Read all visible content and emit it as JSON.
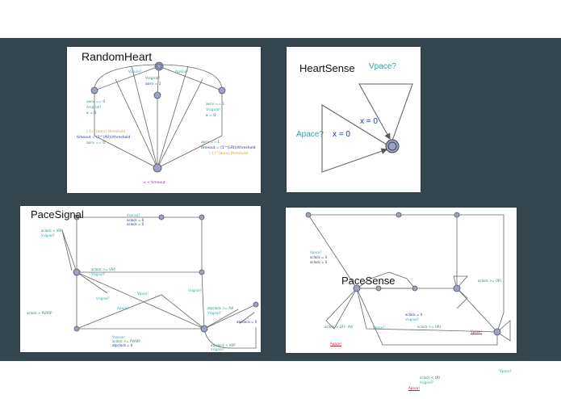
{
  "colors": {
    "background": "#36464f",
    "panel": "#ffffff",
    "node_fill": "#9aa3c7",
    "edge": "#666666",
    "guard": "#2e8b57",
    "sync": "#3aa0a8",
    "update": "#1f3a8a",
    "invariant": "#8b2fa0",
    "error": "#cc2222"
  },
  "panels": {
    "random_heart": {
      "title": "RandomHeart",
      "labels": {
        "l1": "Vpace?",
        "l2": "Apace?",
        "l3": "Vsignal!",
        "l4": "aorv == 0",
        "l5": "Asignal!",
        "l6": "x = 0",
        "l7": "aorv == 1",
        "l8": "Vsignal!",
        "l9": "x = 0",
        "l10": "(-1)^(aorv) threshold",
        "l11": "timeout = (1^(AV))/threshold",
        "l12": "aorv == 0",
        "l13": "aorv == 1",
        "l14": "timeout = (1^(LRI))/threshold",
        "l15": "(-1)^(aorv) threshold",
        "l16": "x < timeout",
        "l17": "aorv = 1"
      }
    },
    "heart_sense": {
      "title": "HeartSense",
      "vpace": "Vpace?",
      "apace": "Apace?",
      "x0a": "x = 0",
      "x0b": "x = 0"
    },
    "pace_signal": {
      "title": "PaceSignal",
      "labels": {
        "a": "Vsense?",
        "b": "aclock = 0",
        "c": "aclock = 0",
        "d": "aclock < VRP",
        "e": "Vsignal?",
        "f": "aclock >= VRP",
        "g": "Vsignal?",
        "h": "aclock > PVARP",
        "i": "Vsignal?",
        "j": "Apace?",
        "k": "Vpace!",
        "l": "Vsignal?",
        "m": "atpclock >= AVI",
        "n": "Vsignal?",
        "o": "atpclock = 0",
        "p": "Vsense!",
        "q": "aclock >= PVARP",
        "r": "atpclock = 0",
        "s": "atpclock < ARP",
        "t": "Vsignal?"
      }
    },
    "pace_sense": {
      "title": "PaceSense",
      "labels": {
        "a": "Vpace?",
        "b": "aclock = 0",
        "c": "aclock = 0",
        "d": "aclock >= URI",
        "e": "aclock > LRI - AVI",
        "f": "Apace!",
        "g": "vclock >= URI",
        "h": "Vpace!",
        "i": "aclock = 0",
        "j": "Vsignal?",
        "k": "Vpace?",
        "l": "aclock < LRI",
        "m": "Asignal?",
        "n": "Apace!",
        "o": "Vpace?"
      }
    }
  }
}
